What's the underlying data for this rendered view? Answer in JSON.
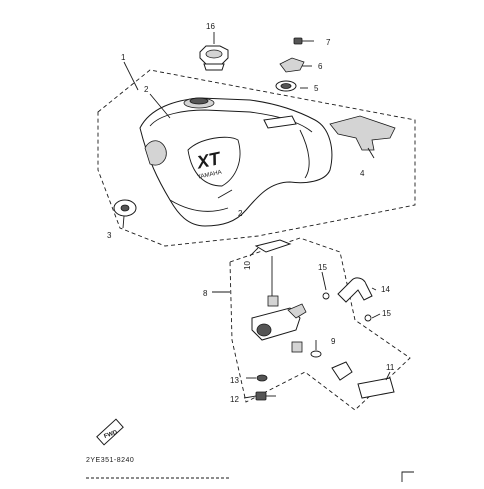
{
  "diagram": {
    "code": "2YE351-8240",
    "fwd_label": "FWD",
    "tank_logo": "XT",
    "tank_brand": "YAMAHA"
  },
  "callouts": [
    {
      "id": "c1",
      "label": "1"
    },
    {
      "id": "c2a",
      "label": "2"
    },
    {
      "id": "c2b",
      "label": "2"
    },
    {
      "id": "c3",
      "label": "3"
    },
    {
      "id": "c4",
      "label": "4"
    },
    {
      "id": "c5",
      "label": "5"
    },
    {
      "id": "c6",
      "label": "6"
    },
    {
      "id": "c7",
      "label": "7"
    },
    {
      "id": "c8",
      "label": "8"
    },
    {
      "id": "c9",
      "label": "9"
    },
    {
      "id": "c10",
      "label": "10"
    },
    {
      "id": "c11",
      "label": "11"
    },
    {
      "id": "c12",
      "label": "12"
    },
    {
      "id": "c13",
      "label": "13"
    },
    {
      "id": "c14",
      "label": "14"
    },
    {
      "id": "c15a",
      "label": "15"
    },
    {
      "id": "c15b",
      "label": "15"
    },
    {
      "id": "c16",
      "label": "16"
    }
  ]
}
